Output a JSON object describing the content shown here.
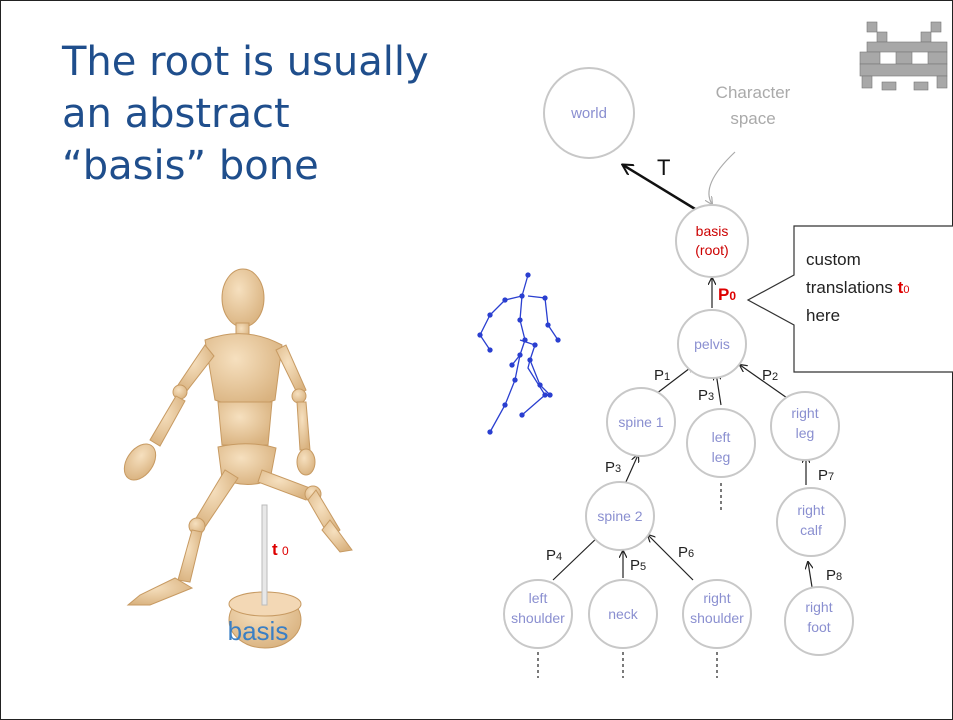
{
  "title_lines": [
    "The root is usually",
    "an abstract",
    "“basis” bone"
  ],
  "nodes": {
    "world": "world",
    "character_space_1": "Character",
    "character_space_2": "space",
    "basis_1": "basis",
    "basis_2": "(root)",
    "pelvis": "pelvis",
    "spine1": "spine 1",
    "left_leg_1": "left",
    "left_leg_2": "leg",
    "right_leg_1": "right",
    "right_leg_2": "leg",
    "spine2": "spine 2",
    "right_calf_1": "right",
    "right_calf_2": "calf",
    "left_shoulder_1": "left",
    "left_shoulder_2": "shoulder",
    "neck": "neck",
    "right_shoulder_1": "right",
    "right_shoulder_2": "shoulder",
    "right_foot_1": "right",
    "right_foot_2": "foot"
  },
  "edges": {
    "T": "T",
    "P0": "P",
    "P0_sub": "0",
    "P1": "P",
    "P1_sub": "1",
    "P2": "P",
    "P2_sub": "2",
    "P3a": "P",
    "P3a_sub": "3",
    "P3b": "P",
    "P3b_sub": "3",
    "P4": "P",
    "P4_sub": "4",
    "P5": "P",
    "P5_sub": "5",
    "P6": "P",
    "P6_sub": "6",
    "P7": "P",
    "P7_sub": "7",
    "P8": "P",
    "P8_sub": "8"
  },
  "callout": {
    "line1": "custom",
    "line2": "translations ",
    "t_letter": "t",
    "t_sub": "0",
    "line3": "here"
  },
  "mannequin": {
    "t_letter": "t",
    "t_sub": "0",
    "basis_label": "basis"
  },
  "colors": {
    "title": "#1f4e8c",
    "node_text": "#8a8fd0",
    "root_text": "#cc0000",
    "node_stroke": "#c8c8c8",
    "basis_label": "#3a7fc4",
    "stick_figure": "#2a3fd0"
  },
  "icons": [
    "space-invader-icon",
    "wooden-mannequin-image",
    "stick-figure-icon"
  ]
}
